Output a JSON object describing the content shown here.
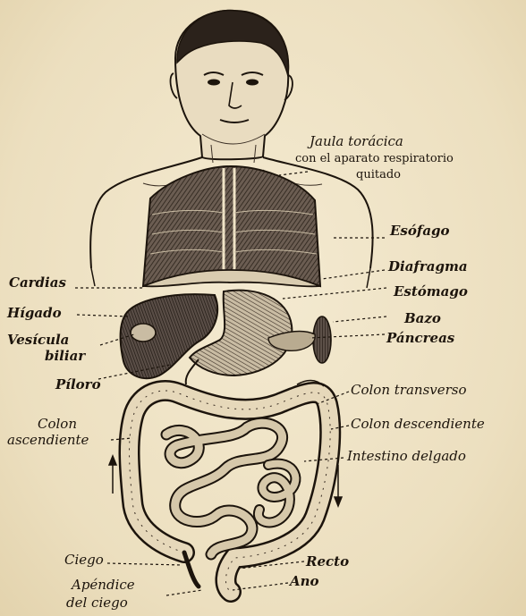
{
  "labels": {
    "jaula_line1": "Jaula torácica",
    "jaula_line2": "con el aparato respiratorio",
    "jaula_line3": "quitado",
    "esofago": "Esófago",
    "diafragma": "Diafragma",
    "estomago": "Estómago",
    "bazo": "Bazo",
    "pancreas": "Páncreas",
    "colon_transverso": "Colon transverso",
    "colon_descendiente": "Colon descendiente",
    "intestino_delgado": "Intestino delgado",
    "recto": "Recto",
    "ano": "Ano",
    "cardias": "Cardias",
    "higado": "Hígado",
    "vesicula_line1": "Vesícula",
    "vesicula_line2": "biliar",
    "piloro": "Píloro",
    "colon_asc_line1": "Colon",
    "colon_asc_line2": "ascendiente",
    "ciego": "Ciego",
    "apendice_line1": "Apéndice",
    "apendice_line2": "del ciego"
  },
  "colors": {
    "paper": "#efe3c6",
    "ink": "#1c140c"
  }
}
